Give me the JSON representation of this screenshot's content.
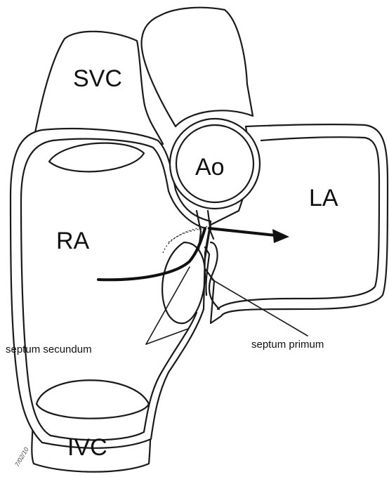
{
  "labels": {
    "svc": "SVC",
    "ao": "Ao",
    "la": "LA",
    "ra": "RA",
    "ivc": "IVC",
    "septum_secundum": "septum secundum",
    "septum_primum": "septum primum",
    "figure_code": "7/02/10"
  },
  "colors": {
    "stroke": "#1a1a1a",
    "background": "#ffffff"
  }
}
